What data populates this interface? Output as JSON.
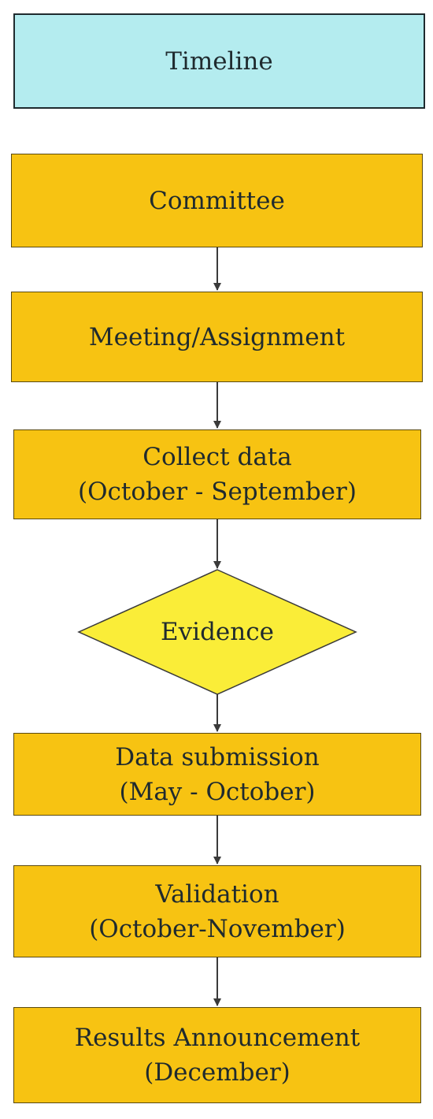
{
  "diagram": {
    "title": "Timeline",
    "steps": [
      {
        "id": "committee",
        "lines": [
          "Committee"
        ]
      },
      {
        "id": "meeting",
        "lines": [
          "Meeting/Assignment"
        ]
      },
      {
        "id": "collect",
        "lines": [
          "Collect data",
          "(October - September)"
        ]
      },
      {
        "id": "evidence",
        "lines": [
          "Evidence"
        ]
      },
      {
        "id": "submission",
        "lines": [
          "Data submission",
          "(May - October)"
        ]
      },
      {
        "id": "validation",
        "lines": [
          "Validation",
          "(October-November)"
        ]
      },
      {
        "id": "results",
        "lines": [
          "Results Announcement",
          "(December)"
        ]
      }
    ],
    "colors": {
      "title_fill": "#b4ecef",
      "process_fill": "#f7c312",
      "decision_fill": "#faed38",
      "line": "#3a3a3a"
    }
  }
}
